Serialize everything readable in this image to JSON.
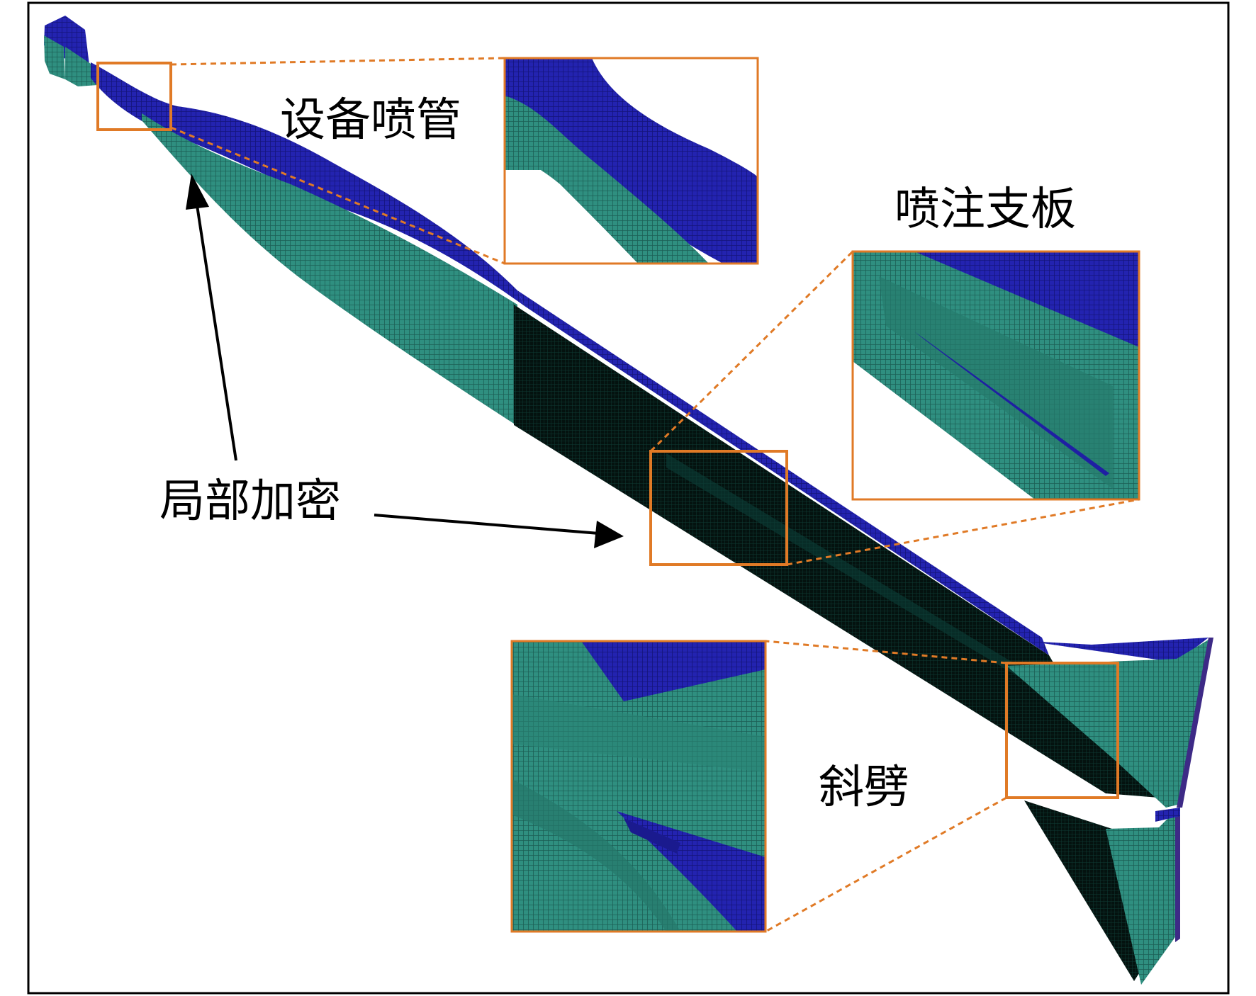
{
  "labels": {
    "nozzle": "设备喷管",
    "strut": "喷注支板",
    "refine": "局部加密",
    "bevel": "斜劈"
  },
  "colors": {
    "mesh_teal": "#2a8a7c",
    "mesh_blue": "#1f1fa3",
    "mesh_dark": "#041512",
    "callout_orange": "#e07a26",
    "frame_black": "#000000"
  }
}
